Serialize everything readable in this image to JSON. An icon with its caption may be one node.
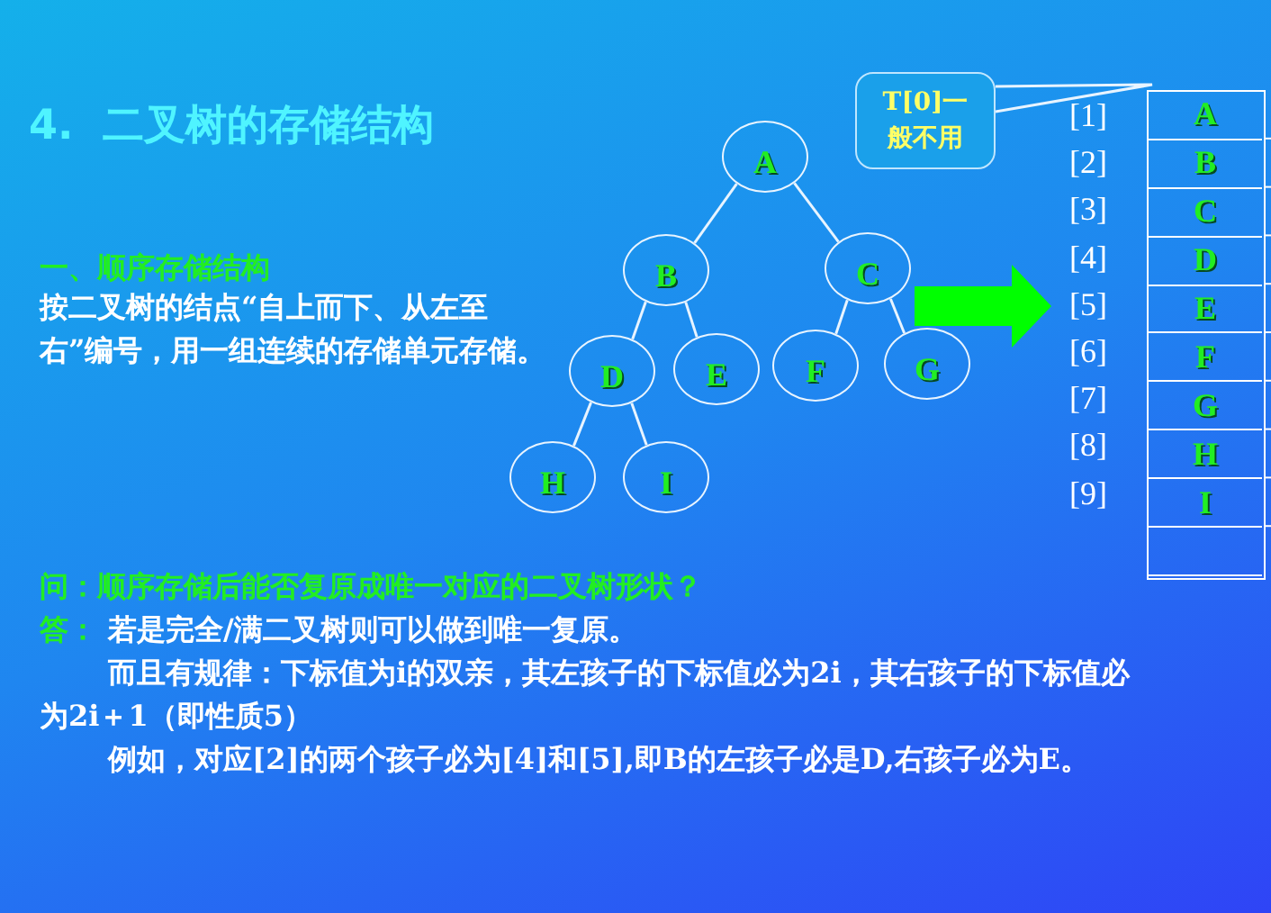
{
  "diagram": {
    "title": "4.  二叉树的存储结构",
    "nodes": [
      {
        "text": [
          "A"
        ]
      },
      {
        "text": [
          "B"
        ]
      },
      {
        "text": [
          "C"
        ]
      },
      {
        "text": [
          "D"
        ]
      },
      {
        "text": [
          "E"
        ]
      },
      {
        "text": [
          "F"
        ]
      },
      {
        "text": [
          "G"
        ]
      },
      {
        "text": [
          "H"
        ]
      },
      {
        "text": [
          "I"
        ]
      },
      {
        "text": [
          "T[0]一般不用"
        ]
      },
      {
        "text": [],
        "shape": "box"
      },
      {
        "text": [
          "A"
        ],
        "in": 10
      },
      {
        "text": [
          "B"
        ],
        "in": 10
      },
      {
        "text": [
          "C"
        ],
        "in": 10
      },
      {
        "text": [
          "D"
        ],
        "in": 10
      },
      {
        "text": [
          "E"
        ],
        "in": 10
      },
      {
        "text": [
          "F"
        ],
        "in": 10
      },
      {
        "text": [
          "G"
        ],
        "in": 10
      },
      {
        "text": [
          "H"
        ],
        "in": 10
      },
      {
        "text": [
          "I"
        ],
        "in": 10
      },
      {
        "text": [],
        "shape": "box",
        "in": 10
      }
    ],
    "edges": [
      {
        "from": 0,
        "to": 1,
        "arrow": "none"
      },
      {
        "from": 0,
        "to": 2,
        "arrow": "none"
      },
      {
        "from": 1,
        "to": 3,
        "arrow": "none"
      },
      {
        "from": 1,
        "to": 4,
        "arrow": "none"
      },
      {
        "from": 2,
        "to": 5,
        "arrow": "none"
      },
      {
        "from": 2,
        "to": 6,
        "arrow": "none"
      },
      {
        "from": 3,
        "to": 7,
        "arrow": "none"
      },
      {
        "from": 3,
        "to": 8,
        "arrow": "none"
      },
      {
        "from": 9,
        "to": null,
        "arrow": "none"
      },
      {
        "from": 2,
        "to": 10,
        "arrow": "to",
        "style": "thick",
        "color": "#00ff00"
      }
    ],
    "labels": [
      "一、顺序存储结构",
      "按二叉树的结点“自上而下、从左至右”编号，用一组连续的存储单元存储。",
      "[1]",
      "[2]",
      "[3]",
      "[4]",
      "[5]",
      "[6]",
      "[7]",
      "[8]",
      "[9]",
      "问：顺序存储后能否复原成唯一对应的二叉树形状？",
      "答：",
      "若是完全/满二叉树则可以做到唯一复原。",
      "而且有规律：下标值为i的双亲，其左孩子的下标值必为2i，其右孩子的下标值必为2i＋1（即性质5）",
      "例如，对应[2]的两个孩子必为[4]和[5],即B的左孩子必是D,右孩子必为E。"
    ]
  }
}
